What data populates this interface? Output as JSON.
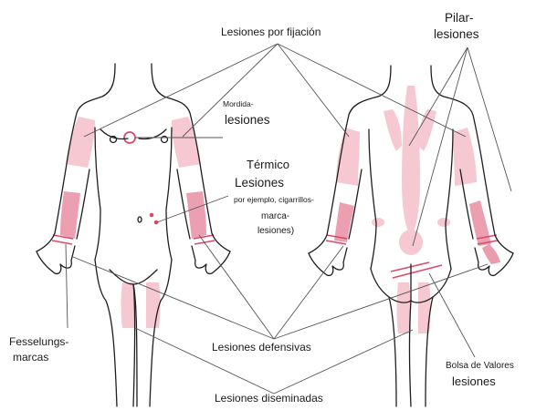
{
  "labels": {
    "fixation": "Lesiones por fijación",
    "pillar_1": "Pilar-",
    "pillar_2": "lesiones",
    "bite_1": "Mordida-",
    "bite_2": "lesiones",
    "thermal_1": "Térmico",
    "thermal_2": "Lesiones",
    "thermal_3": "por ejemplo, cigarrillos-",
    "thermal_4": "marca-",
    "thermal_5": "lesiones)",
    "fetter_1": "Fesselungs-",
    "fetter_2": "marcas",
    "defensive": "Lesiones defensivas",
    "scattered": "Lesiones diseminadas",
    "stock_1": "Bolsa de Valores",
    "stock_2": "lesiones"
  },
  "colors": {
    "outline": "#1e1e1e",
    "lesion_light": "#f6c9d2",
    "lesion_medium": "#ec9fb0",
    "lesion_strong": "#d94a6a",
    "leader_line": "#555555"
  }
}
